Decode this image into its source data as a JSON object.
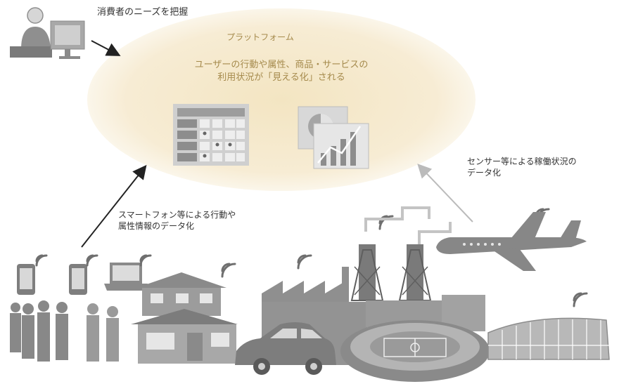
{
  "platform": {
    "title": "プラットフォーム",
    "description_line1": "ユーザーの行動や属性、商品・サービスの",
    "description_line2": "利用状況が「見える化」される"
  },
  "labels": {
    "consumer_needs": "消費者のニーズを把握",
    "smartphone_line1": "スマートフォン等による行動や",
    "smartphone_line2": "属性情報のデータ化",
    "sensor_line1": "センサー等による稼働状況の",
    "sensor_line2": "データ化"
  },
  "colors": {
    "ellipse_fill": "#f7ecd2",
    "ellipse_edge": "#ffffff",
    "text_platform": "#a58a4c",
    "gray_dark": "#7d7d7d",
    "gray_mid": "#9a9a9a",
    "gray_light": "#bdbdbd"
  }
}
